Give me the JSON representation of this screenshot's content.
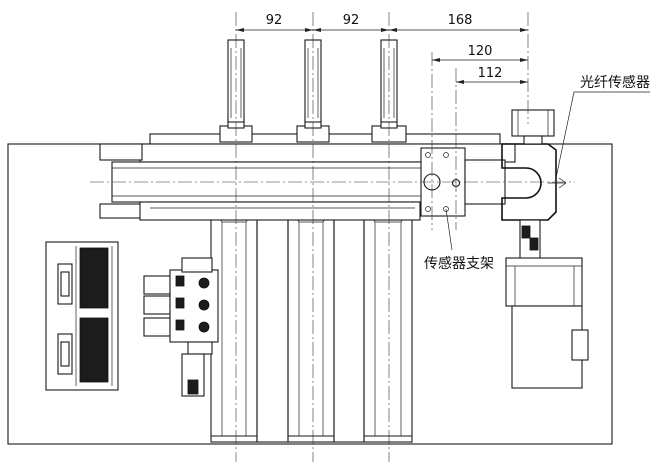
{
  "dimensions": {
    "d1": "92",
    "d2": "92",
    "d3": "168",
    "d4": "120",
    "d5": "112"
  },
  "labels": {
    "fiber_sensor": "光纤传感器",
    "sensor_bracket": "传感器支架"
  }
}
